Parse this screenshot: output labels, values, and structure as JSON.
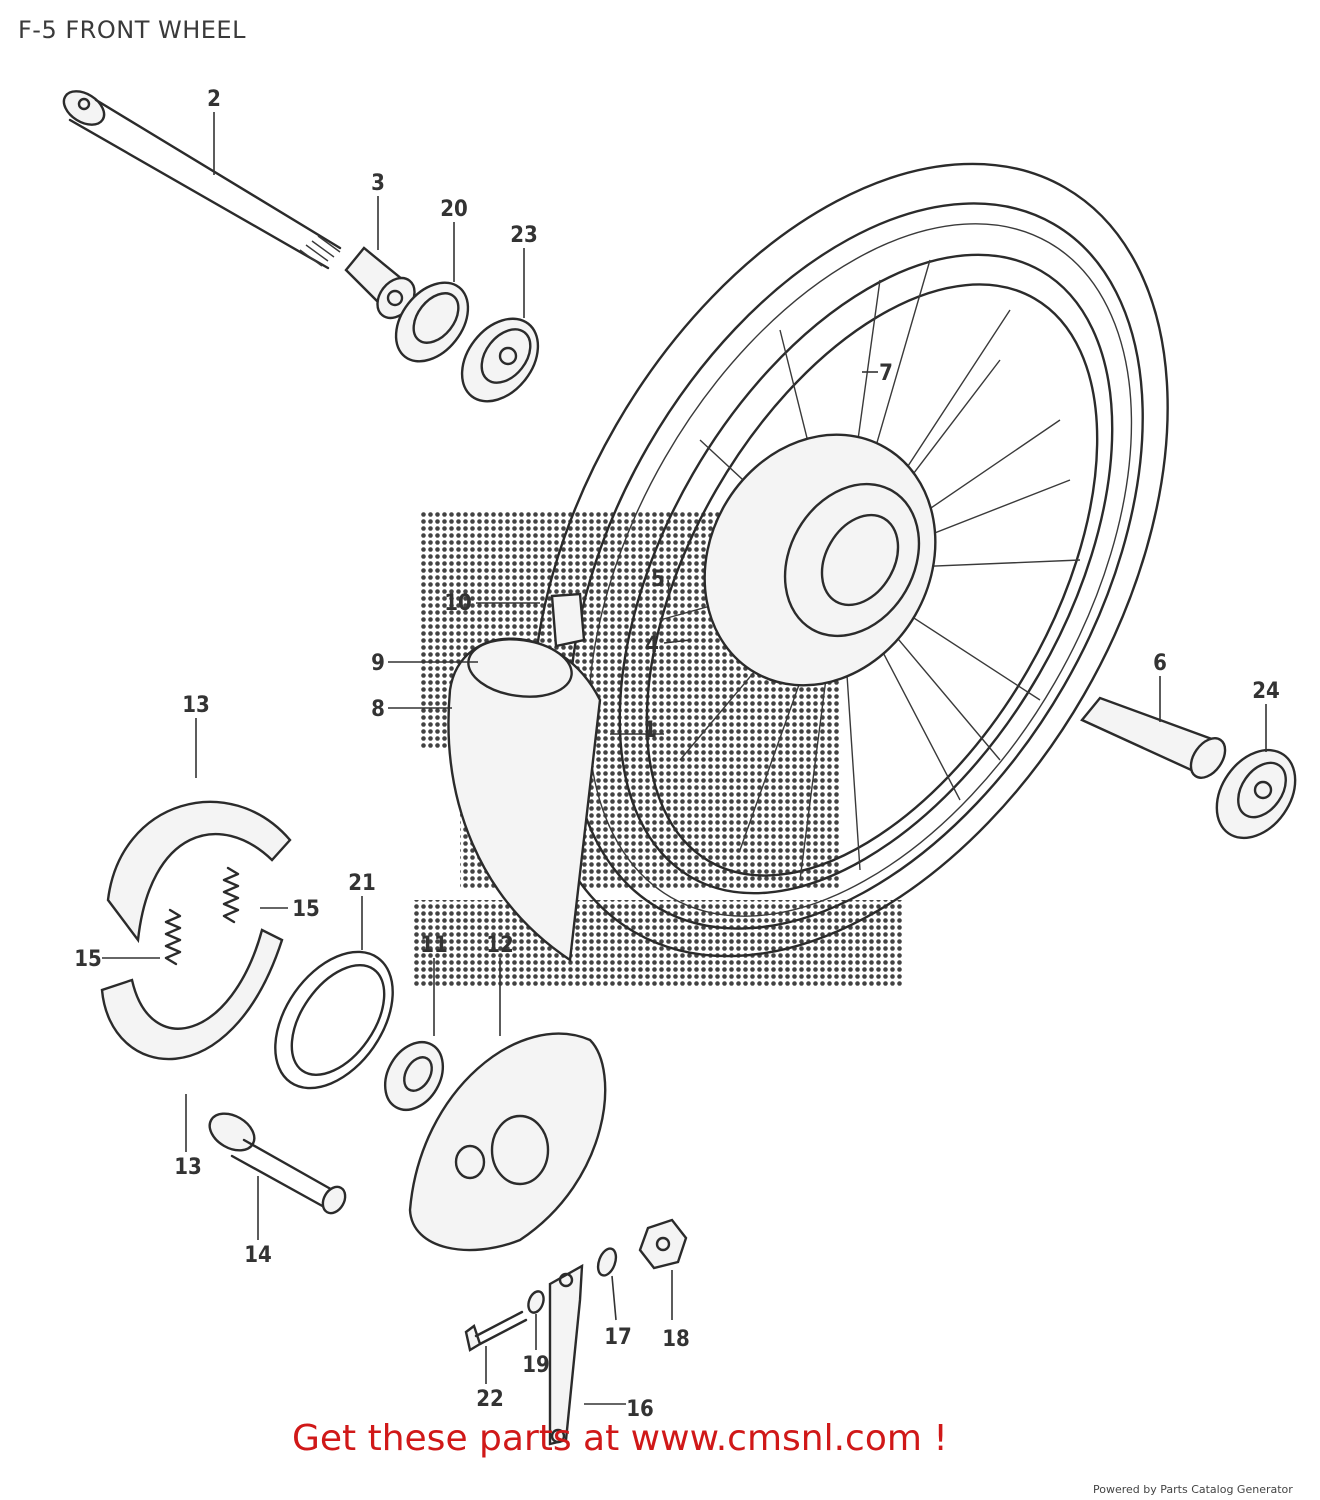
{
  "title": "F-5 FRONT WHEEL",
  "callouts": [
    {
      "id": "c1",
      "text": "1"
    },
    {
      "id": "c2",
      "text": "2"
    },
    {
      "id": "c3",
      "text": "3"
    },
    {
      "id": "c4",
      "text": "4"
    },
    {
      "id": "c5",
      "text": "5"
    },
    {
      "id": "c6",
      "text": "6"
    },
    {
      "id": "c7",
      "text": "7"
    },
    {
      "id": "c8",
      "text": "8"
    },
    {
      "id": "c9",
      "text": "9"
    },
    {
      "id": "c10",
      "text": "10"
    },
    {
      "id": "c11",
      "text": "11"
    },
    {
      "id": "c12",
      "text": "12"
    },
    {
      "id": "c13a",
      "text": "13"
    },
    {
      "id": "c13b",
      "text": "13"
    },
    {
      "id": "c14",
      "text": "14"
    },
    {
      "id": "c15a",
      "text": "15"
    },
    {
      "id": "c15b",
      "text": "15"
    },
    {
      "id": "c16",
      "text": "16"
    },
    {
      "id": "c17",
      "text": "17"
    },
    {
      "id": "c18",
      "text": "18"
    },
    {
      "id": "c19",
      "text": "19"
    },
    {
      "id": "c20",
      "text": "20"
    },
    {
      "id": "c21",
      "text": "21"
    },
    {
      "id": "c22",
      "text": "22"
    },
    {
      "id": "c23",
      "text": "23"
    },
    {
      "id": "c24",
      "text": "24"
    }
  ],
  "cta_text": "Get these parts at www.cmsnl.com !",
  "powered_by": "Powered by Parts Catalog Generator",
  "colors": {
    "cta": "#d01818",
    "ink": "#2b2b2b"
  }
}
